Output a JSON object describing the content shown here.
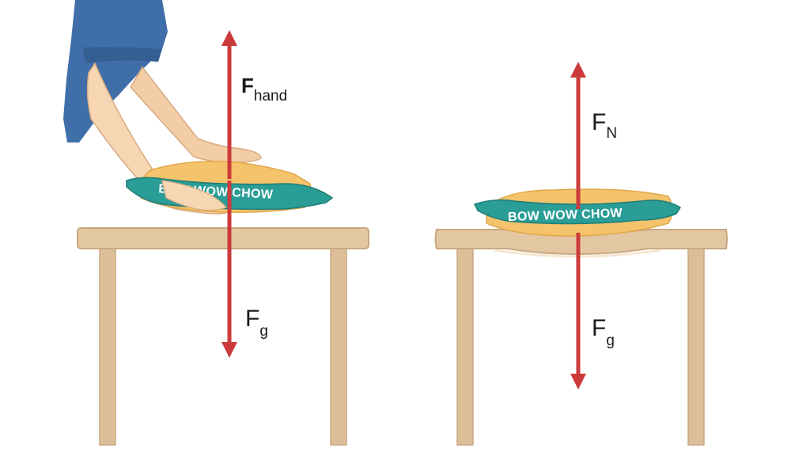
{
  "colors": {
    "table_top": "#e3c7a3",
    "table_edge": "#c9a982",
    "table_leg": "#dcbf98",
    "bag_orange": "#f5c36b",
    "bag_teal": "#2a9d96",
    "arrow": "#cc3b3b",
    "shirt": "#3f6ea8",
    "skin": "#f2cda6"
  },
  "left_panel": {
    "bag_label": "BOW WOW CHOW",
    "up_force": {
      "symbol": "F",
      "subscript": "hand"
    },
    "down_force": {
      "symbol": "F",
      "subscript": "g"
    }
  },
  "right_panel": {
    "bag_label": "BOW WOW CHOW",
    "up_force": {
      "symbol": "F",
      "subscript": "N"
    },
    "down_force": {
      "symbol": "F",
      "subscript": "g"
    }
  }
}
